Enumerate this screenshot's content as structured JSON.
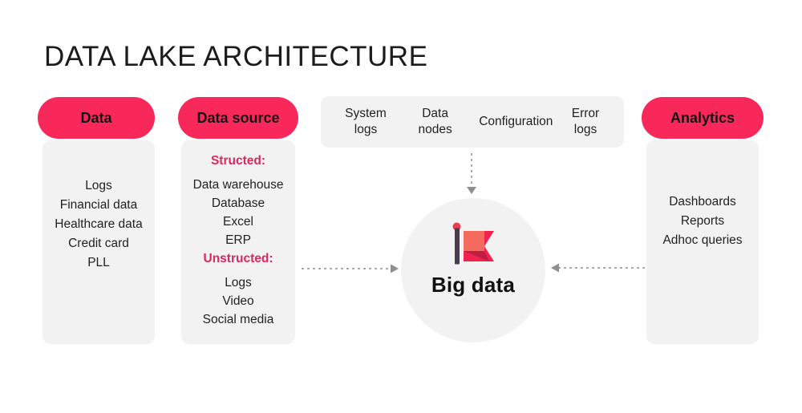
{
  "title": "DATA LAKE ARCHITECTURE",
  "theme": {
    "accent-pink": "#F8285B",
    "label-pink": "#D9295C",
    "panel-gray": "#F2F2F2",
    "arrow-gray": "#A9A9A9",
    "arrowhead-gray": "#8F8F8F",
    "text-dark": "#1B1B1B",
    "flag-pole": "#4A3A4D",
    "flag-knob": "#EE3B50",
    "flag-banner": "#F2224F",
    "flag-square": "#F46A5E",
    "flag-shadow": "#C01C45"
  },
  "columns": {
    "data": {
      "header": "Data",
      "items": [
        "Logs",
        "Financial data",
        "Healthcare data",
        "Credit card",
        "PLL"
      ]
    },
    "data_source": {
      "header": "Data source",
      "groups": [
        {
          "label": "Structed:",
          "items": [
            "Data warehouse",
            "Database",
            "Excel",
            "ERP"
          ]
        },
        {
          "label": "Unstructed:",
          "items": [
            "Logs",
            "Video",
            "Social media"
          ]
        }
      ]
    },
    "analytics": {
      "header": "Analytics",
      "items": [
        "Dashboards",
        "Reports",
        "Adhoc queries"
      ]
    }
  },
  "top_box": {
    "items": [
      "System logs",
      "Data nodes",
      "Configuration",
      "Error logs"
    ]
  },
  "center": {
    "label": "Big data",
    "icon": "flag-icon"
  }
}
